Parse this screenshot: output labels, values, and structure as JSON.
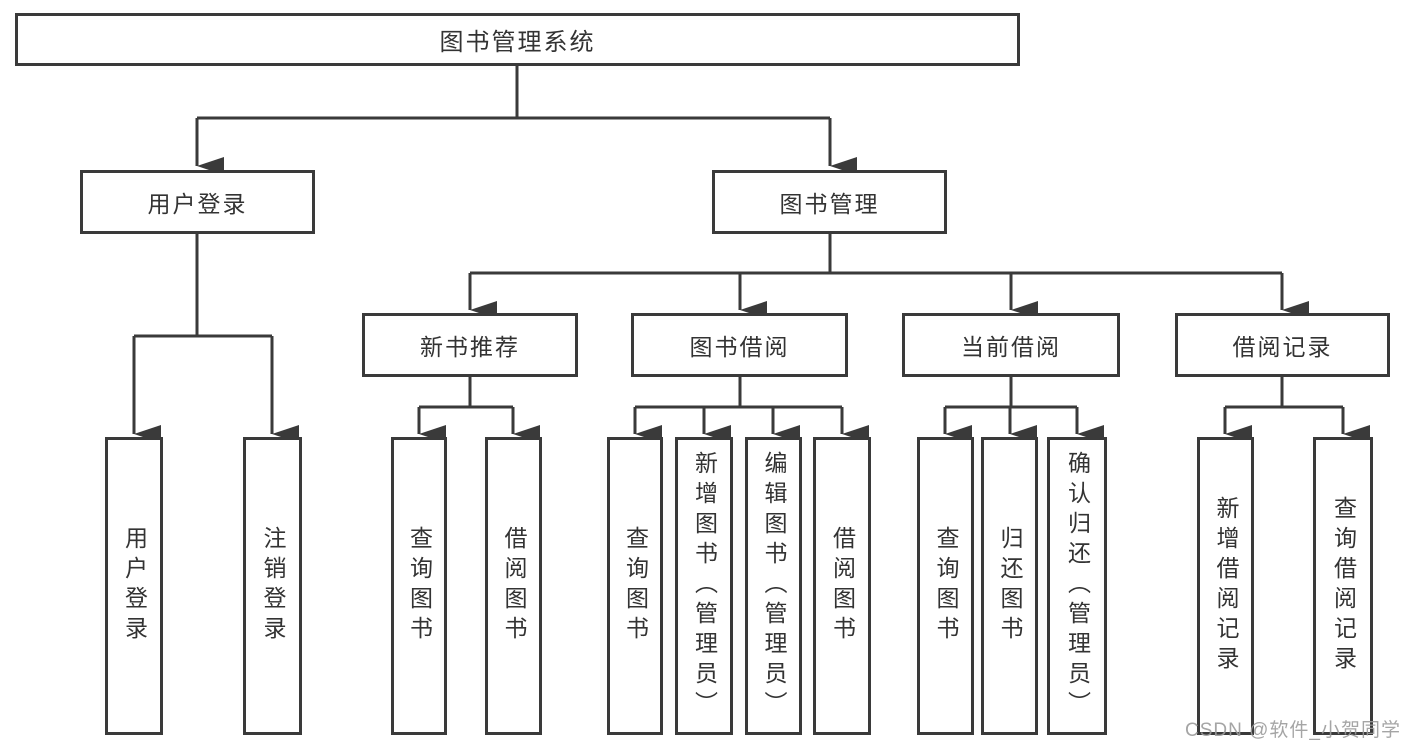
{
  "diagram": {
    "title": "图书管理系统",
    "root": {
      "label": "图书管理系统"
    },
    "level2": [
      {
        "label": "用户登录",
        "parent": "图书管理系统"
      },
      {
        "label": "图书管理",
        "parent": "图书管理系统"
      }
    ],
    "level3": [
      {
        "label": "新书推荐",
        "parent": "图书管理"
      },
      {
        "label": "图书借阅",
        "parent": "图书管理"
      },
      {
        "label": "当前借阅",
        "parent": "图书管理"
      },
      {
        "label": "借阅记录",
        "parent": "图书管理"
      }
    ],
    "leaves": [
      {
        "label": "用户登录",
        "parent": "用户登录"
      },
      {
        "label": "注销登录",
        "parent": "用户登录"
      },
      {
        "label": "查询图书",
        "parent": "新书推荐"
      },
      {
        "label": "借阅图书",
        "parent": "新书推荐"
      },
      {
        "label": "查询图书",
        "parent": "图书借阅"
      },
      {
        "label": "新增图书（管理员）",
        "parent": "图书借阅"
      },
      {
        "label": "编辑图书（管理员）",
        "parent": "图书借阅"
      },
      {
        "label": "借阅图书",
        "parent": "图书借阅"
      },
      {
        "label": "查询图书",
        "parent": "当前借阅"
      },
      {
        "label": "归还图书",
        "parent": "当前借阅"
      },
      {
        "label": "确认归还（管理员）",
        "parent": "当前借阅"
      },
      {
        "label": "新增借阅记录",
        "parent": "借阅记录"
      },
      {
        "label": "查询借阅记录",
        "parent": "借阅记录"
      }
    ]
  },
  "watermark": {
    "text": "CSDN @软件_小贺同学"
  },
  "colors": {
    "line": "#3a3a3a",
    "text": "#333333",
    "background": "#ffffff",
    "watermark": "#9c9c9c"
  }
}
